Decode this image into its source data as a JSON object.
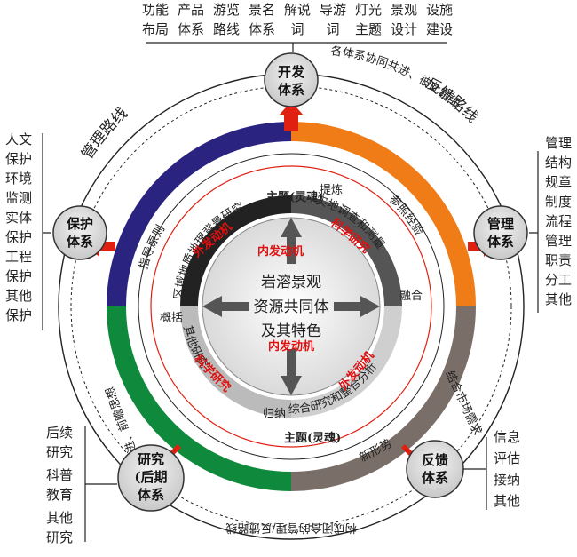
{
  "nodes": {
    "top": {
      "line1": "开发",
      "line2": "体系"
    },
    "left": {
      "line1": "保护",
      "line2": "体系"
    },
    "right": {
      "line1": "管理",
      "line2": "体系"
    },
    "bottom_left": {
      "line1": "研究",
      "line2": "(后期",
      "line3": "体系"
    },
    "bottom_right": {
      "line1": "反馈",
      "line2": "体系"
    }
  },
  "top_items": [
    [
      "功能",
      "布局"
    ],
    [
      "产品",
      "体系"
    ],
    [
      "游览",
      "路线"
    ],
    [
      "景名",
      "体系"
    ],
    [
      "解说",
      "词"
    ],
    [
      "导游",
      "词"
    ],
    [
      "灯光",
      "主题"
    ],
    [
      "景观",
      "设计"
    ],
    [
      "设施",
      "建设"
    ]
  ],
  "left_items": [
    "人文",
    "保护",
    "环境",
    "监测",
    "实体",
    "保护",
    "工程",
    "保护",
    "其他",
    "保护"
  ],
  "right_items": [
    "管理",
    "结构",
    "规章",
    "制度",
    "流程",
    "管理",
    "职责",
    "分工",
    "其他"
  ],
  "bottom_left_items": [
    "后续",
    "研究",
    "科普",
    "教育",
    "其他",
    "研究"
  ],
  "bottom_right_items": [
    "信息",
    "评估",
    "接纳",
    "其他"
  ],
  "outer_labels": {
    "management_route": "管理路线",
    "feedback_route": "反馈路线",
    "coordination": "各体系协同共进、彼此制约",
    "closed_loop": "构成闭合的管理/反馈路线"
  },
  "ring_labels": {
    "guiding_principle": "指导原则",
    "reference": "参照经验",
    "theme_soul": "主题(灵魂)",
    "refine": "提炼",
    "background": "区域地质地理背景研究",
    "field_survey": "实地调查和测量",
    "summarize": "概括",
    "merge": "融合",
    "other_research": "其他研究",
    "comprehensive": "综合研究和整合分析",
    "induce": "归纳",
    "theme_soul_bottom": "主题(灵魂)",
    "combine_needs": "结合市场需求",
    "trend": "新形势",
    "inherit": "先进、前瞻思想"
  },
  "motives": {
    "external_1": "外发动机",
    "scientific_1": "科学研究",
    "external_2": "外发动机",
    "scientific_2": "科学研究",
    "internal_1": "内发动机",
    "internal_2": "内发动机"
  },
  "center": {
    "line1": "岩溶景观",
    "line2": "资源共同体",
    "line3": "及其特色"
  },
  "colors": {
    "ring_navy": "#2a2480",
    "ring_orange": "#f07c18",
    "ring_green": "#0f8a3c",
    "ring_gray": "#7a6e68",
    "arrow_red": "#e02010",
    "node_fill": "#d8d8d8"
  }
}
